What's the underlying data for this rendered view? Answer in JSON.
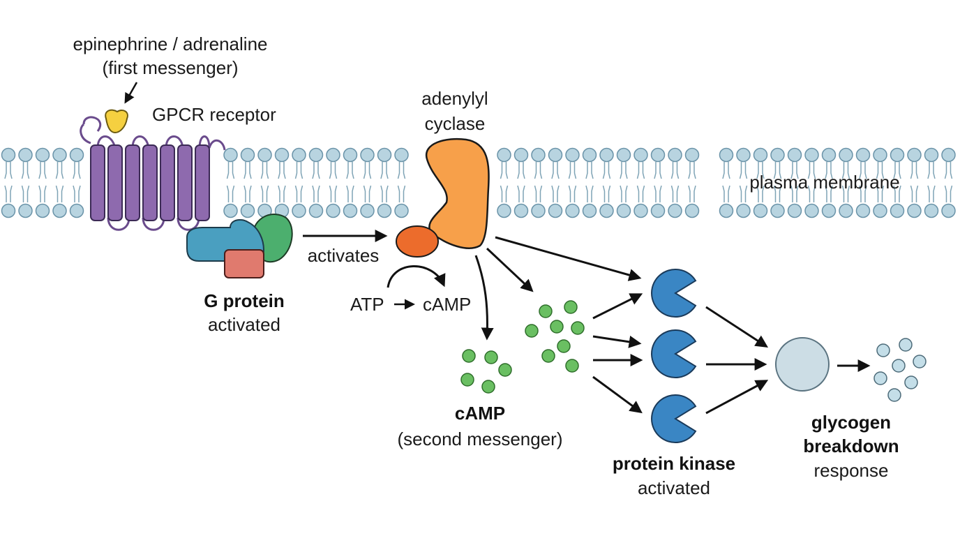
{
  "labels": {
    "first_messenger_line1": "epinephrine / adrenaline",
    "first_messenger_line2": "(first messenger)",
    "receptor": "GPCR receptor",
    "adenylyl_line1": "adenylyl",
    "adenylyl_line2": "cyclase",
    "membrane": "plasma membrane",
    "activates": "activates",
    "atp": "ATP",
    "camp_product": "cAMP",
    "gprotein_line1": "G protein",
    "gprotein_line2": "activated",
    "camp_title": "cAMP",
    "camp_subtitle": "(second messenger)",
    "kinase_line1": "protein kinase",
    "kinase_line2": "activated",
    "glycogen_line1": "glycogen",
    "glycogen_line2": "breakdown",
    "glycogen_line3": "response"
  },
  "colors": {
    "membrane_head": "#b8d4e0",
    "membrane_head_stroke": "#6a93a8",
    "membrane_tail": "#7ea3b5",
    "gpcr": "#8e6aae",
    "gpcr_stroke": "#3b2a55",
    "ligand": "#f5d040",
    "g_alpha": "#4a9fc0",
    "g_beta": "#4caf6e",
    "g_gamma": "#e07a6e",
    "adenylyl": "#f7a04a",
    "adenylyl_alpha": "#ec6c2c",
    "camp": "#6abf62",
    "kinase": "#3a86c4",
    "glycogen": "#ccdde5",
    "glucose": "#c4dee8",
    "arrow": "#111111"
  },
  "icons": {
    "ligand": "ligand-droplet-icon",
    "kinase": "pacman-kinase-icon"
  }
}
